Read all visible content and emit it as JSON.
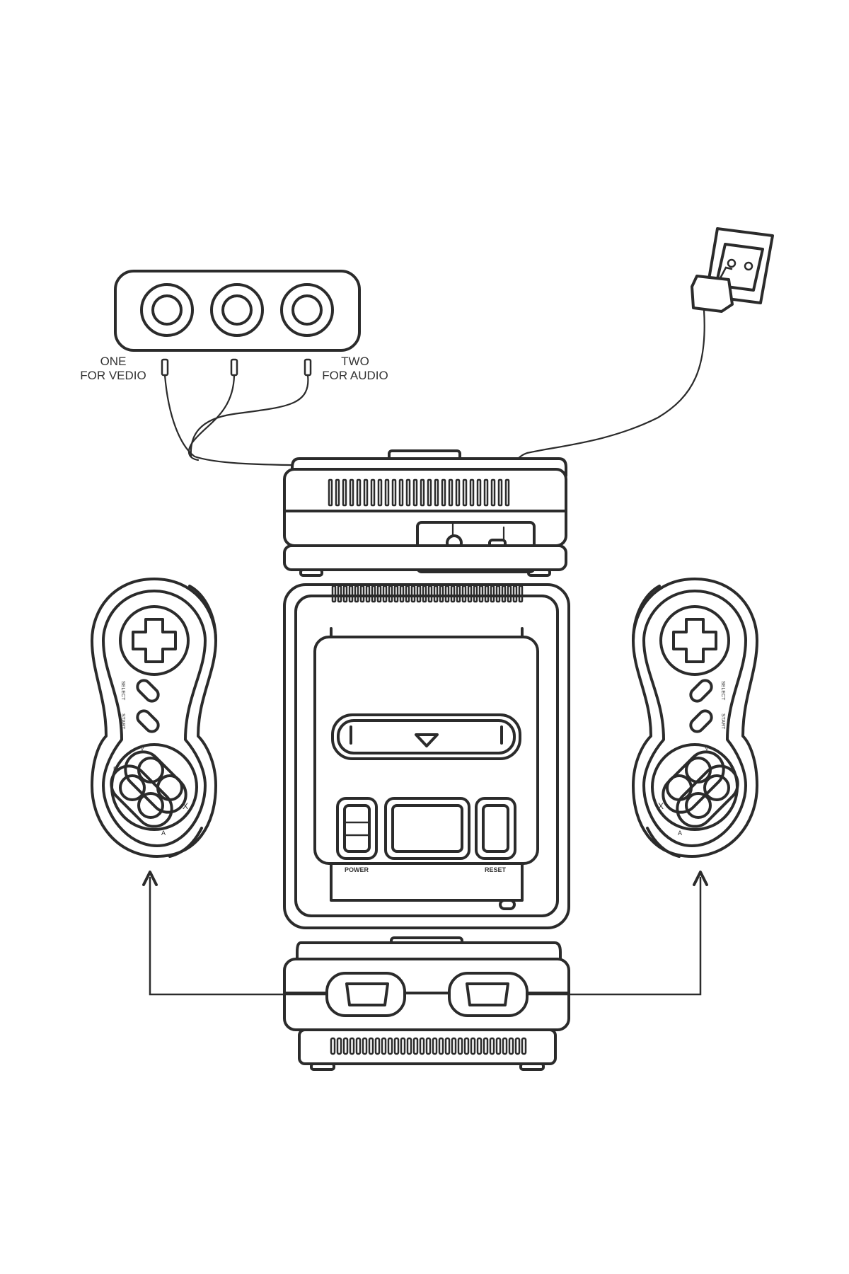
{
  "labels": {
    "video_line1": "ONE",
    "video_line2": "FOR VEDIO",
    "audio_line1": "TWO",
    "audio_line2": "FOR AUDIO"
  },
  "console_labels": {
    "power": "POWER",
    "reset": "RESET"
  },
  "controller_labels": {
    "select": "SELECT",
    "start": "START",
    "x": "X",
    "y": "Y",
    "a": "A",
    "b": "B"
  },
  "colors": {
    "line": "#2b2b2b",
    "background": "#ffffff"
  }
}
